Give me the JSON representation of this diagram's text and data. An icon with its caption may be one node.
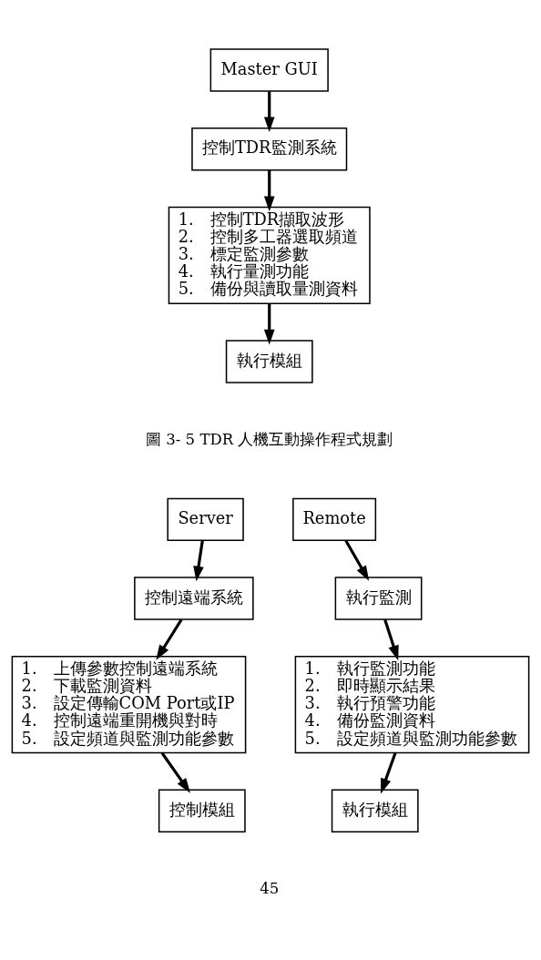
{
  "diagram": {
    "nodes": [
      {
        "text": [
          "Master GUI"
        ]
      },
      {
        "text": [
          "控制TDR監測系統"
        ]
      },
      {
        "text": [
          "1.　控制TDR擷取波形",
          "2.　控制多工器選取頻道",
          "3.　標定監測參數",
          "4.　執行量測功能",
          "5.　備份與讀取量測資料"
        ]
      },
      {
        "text": [
          "執行模組"
        ]
      },
      {
        "text": [
          "Server"
        ]
      },
      {
        "text": [
          "Remote"
        ]
      },
      {
        "text": [
          "控制遠端系統"
        ]
      },
      {
        "text": [
          "1.　上傳參數控制遠端系統",
          "2.　下載監測資料",
          "3.　設定傳輸COM Port或IP",
          "4.　控制遠端重開機與對時",
          "5.　設定頻道與監測功能參數"
        ]
      },
      {
        "text": [
          "控制模組"
        ]
      },
      {
        "text": [
          "執行監測"
        ]
      },
      {
        "text": [
          "1.　執行監測功能",
          "2.　即時顯示結果",
          "3.　執行預警功能",
          "4.　備份監測資料",
          "5.　設定頻道與監測功能參數"
        ]
      },
      {
        "text": [
          "執行模組"
        ]
      }
    ],
    "edges": [
      {
        "from": 0,
        "to": 1,
        "arrow": "to"
      },
      {
        "from": 1,
        "to": 2,
        "arrow": "to"
      },
      {
        "from": 2,
        "to": 3,
        "arrow": "to"
      },
      {
        "from": 4,
        "to": 6,
        "arrow": "to"
      },
      {
        "from": 5,
        "to": 9,
        "arrow": "to"
      },
      {
        "from": 6,
        "to": 7,
        "arrow": "to"
      },
      {
        "from": 7,
        "to": 8,
        "arrow": "to"
      },
      {
        "from": 9,
        "to": 10,
        "arrow": "to"
      },
      {
        "from": 10,
        "to": 11,
        "arrow": "to"
      }
    ],
    "labels": [
      "圖 3- 5 TDR 人機互動操作程式規劃",
      "45"
    ]
  }
}
